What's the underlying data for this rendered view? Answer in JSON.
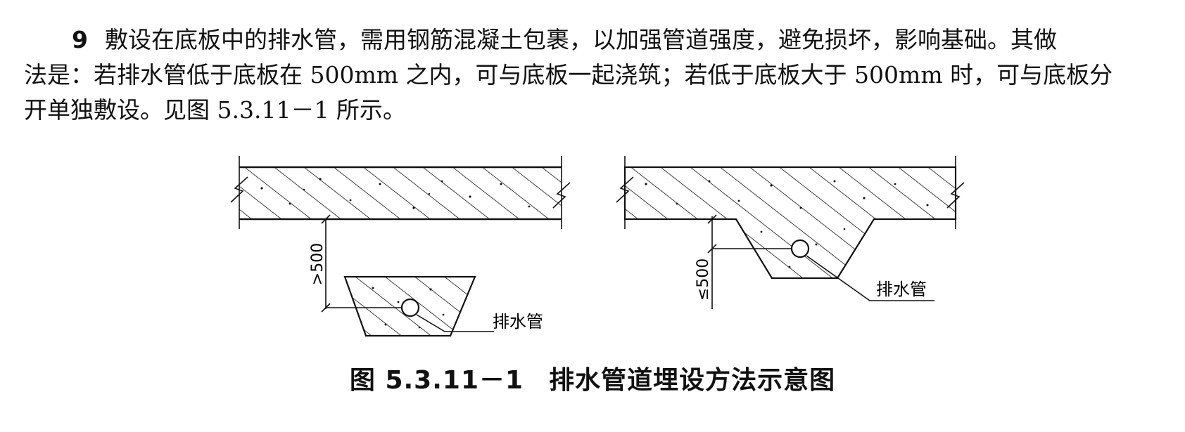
{
  "paragraph": {
    "number": "9",
    "line1": "敷设在底板中的排水管，需用钢筋混凝土包裹，以加强管道强度，避免损坏，影响基础。其做",
    "line2": "法是：若排水管低于底板在 500mm 之内，可与底板一起浇筑；若低于底板大于 500mm 时，可与底板分",
    "line3": "开单独敷设。见图 5.3.11－1 所示。"
  },
  "figure": {
    "left": {
      "dimension_label": ">500",
      "pipe_label": "排水管"
    },
    "right": {
      "dimension_label": "≤500",
      "pipe_label": "排水管"
    }
  },
  "caption": {
    "number": "图 5.3.11－1",
    "title": "排水管道埋设方法示意图"
  }
}
